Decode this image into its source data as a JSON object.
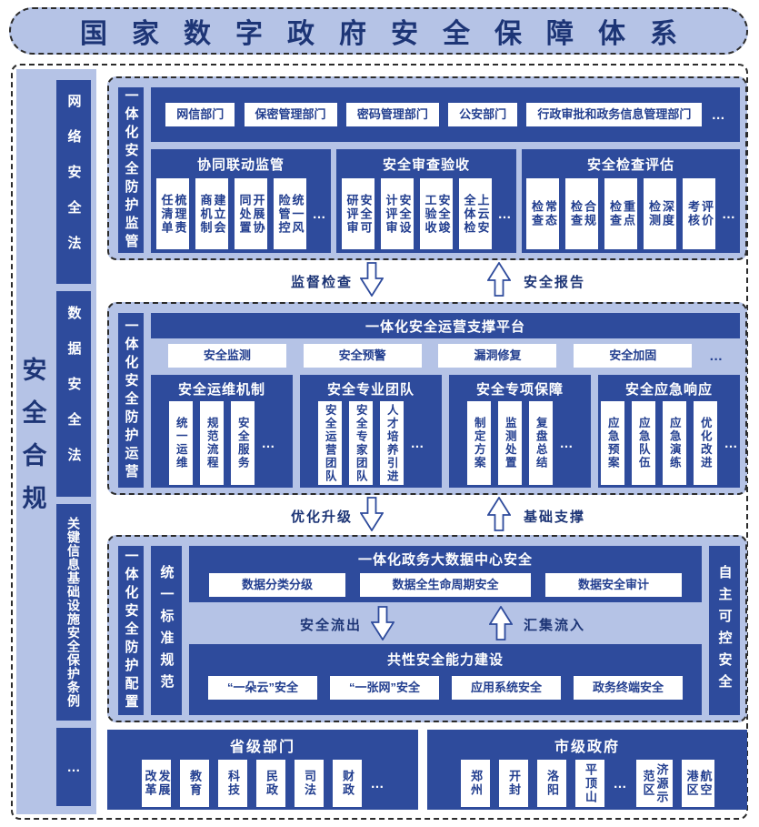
{
  "banner": {
    "title": "国家数字政府安全保障体系"
  },
  "compliance": {
    "label": "安全合规",
    "laws": [
      "网络安全法",
      "数据安全法",
      "关键信息基础设施安全保护条例"
    ],
    "more": "…"
  },
  "supervision": {
    "title": "一体化安全防护监管",
    "departments": [
      "网信部门",
      "保密管理部门",
      "密码管理部门",
      "公安部门",
      "行政审批和政务信息管理部门"
    ],
    "more": "…",
    "groups": [
      {
        "title": "协同联动监管",
        "items": [
          "梳理责任清单",
          "建立会商机制",
          "开展协同处置",
          "统一风险管控"
        ],
        "more": "…"
      },
      {
        "title": "安全审查验收",
        "items": [
          "安全可研评审",
          "安全设计评审",
          "安全竣工验收",
          "上云安全体检"
        ],
        "more": "…"
      },
      {
        "title": "安全检查评估",
        "items": [
          "常态检查",
          "合规检查",
          "重点检查",
          "深度检测",
          "评价考核"
        ],
        "more": "…"
      }
    ]
  },
  "flow1": {
    "down": "监督检查",
    "up": "安全报告"
  },
  "operation": {
    "title": "一体化安全防护运营",
    "platform": {
      "title": "一体化安全运营支撑平台",
      "items": [
        "安全监测",
        "安全预警",
        "漏洞修复",
        "安全加固"
      ],
      "more": "…"
    },
    "groups": [
      {
        "title": "安全运维机制",
        "items": [
          "统一运维",
          "规范流程",
          "安全服务"
        ],
        "more": "…"
      },
      {
        "title": "安全专业团队",
        "items": [
          "安全运营团队",
          "安全专家团队",
          "人才培养引进"
        ],
        "more": "…"
      },
      {
        "title": "安全专项保障",
        "items": [
          "制定方案",
          "监测处置",
          "复盘总结"
        ],
        "more": "…"
      },
      {
        "title": "安全应急响应",
        "items": [
          "应急预案",
          "应急队伍",
          "应急演练",
          "优化改进"
        ],
        "more": "…"
      }
    ]
  },
  "flow2": {
    "down": "优化升级",
    "up": "基础支撑"
  },
  "config": {
    "title": "一体化安全防护配置",
    "left_bar": "统一标准规范",
    "right_bar": "自主可控安全",
    "datacenter": {
      "title": "一体化政务大数据中心安全",
      "items": [
        "数据分类分级",
        "数据全生命周期安全",
        "数据安全审计"
      ]
    },
    "flow": {
      "down": "安全流出",
      "up": "汇集流入"
    },
    "common": {
      "title": "共性安全能力建设",
      "items": [
        "“一朵云”安全",
        "“一张网”安全",
        "应用系统安全",
        "政务终端安全"
      ]
    }
  },
  "bottom": {
    "provincial": {
      "title": "省级部门",
      "items": [
        "发展改革",
        "教育",
        "科技",
        "民政",
        "司法",
        "财政"
      ],
      "more": "…"
    },
    "municipal": {
      "title": "市级政府",
      "items_a": [
        "郑州",
        "开封",
        "洛阳",
        "平顶山"
      ],
      "more": "…",
      "items_b": [
        "济源示范区",
        "航空港区"
      ]
    }
  },
  "colors": {
    "navy": "#2e4b9c",
    "light_blue": "#b5c3e6",
    "box_text": "#223e8f"
  }
}
